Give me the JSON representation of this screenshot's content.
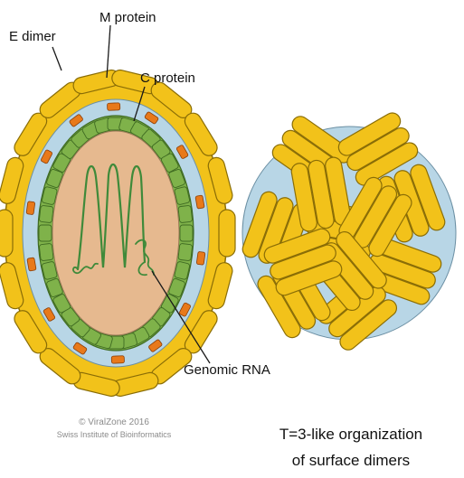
{
  "labels": {
    "m_protein": "M protein",
    "e_dimer": "E dimer",
    "c_protein": "C protein",
    "genomic_rna": "Genomic RNA"
  },
  "credit": {
    "line1": "© ViralZone 2016",
    "line2": "Swiss Institute of Bioinformatics"
  },
  "caption": {
    "line1": "T=3-like organization",
    "line2": "of surface dimers"
  },
  "colors": {
    "e_dimer": "#f2c21a",
    "e_dimer_edge": "#8a6d06",
    "m_protein": "#e8791a",
    "membrane": "#b8d6e6",
    "c_protein": "#7fb24a",
    "c_protein_edge": "#3f6b22",
    "core": "#e6b98f",
    "rna": "#3f8a3a"
  },
  "icons": [
    "virion-cross-section",
    "virion-surface-view"
  ]
}
